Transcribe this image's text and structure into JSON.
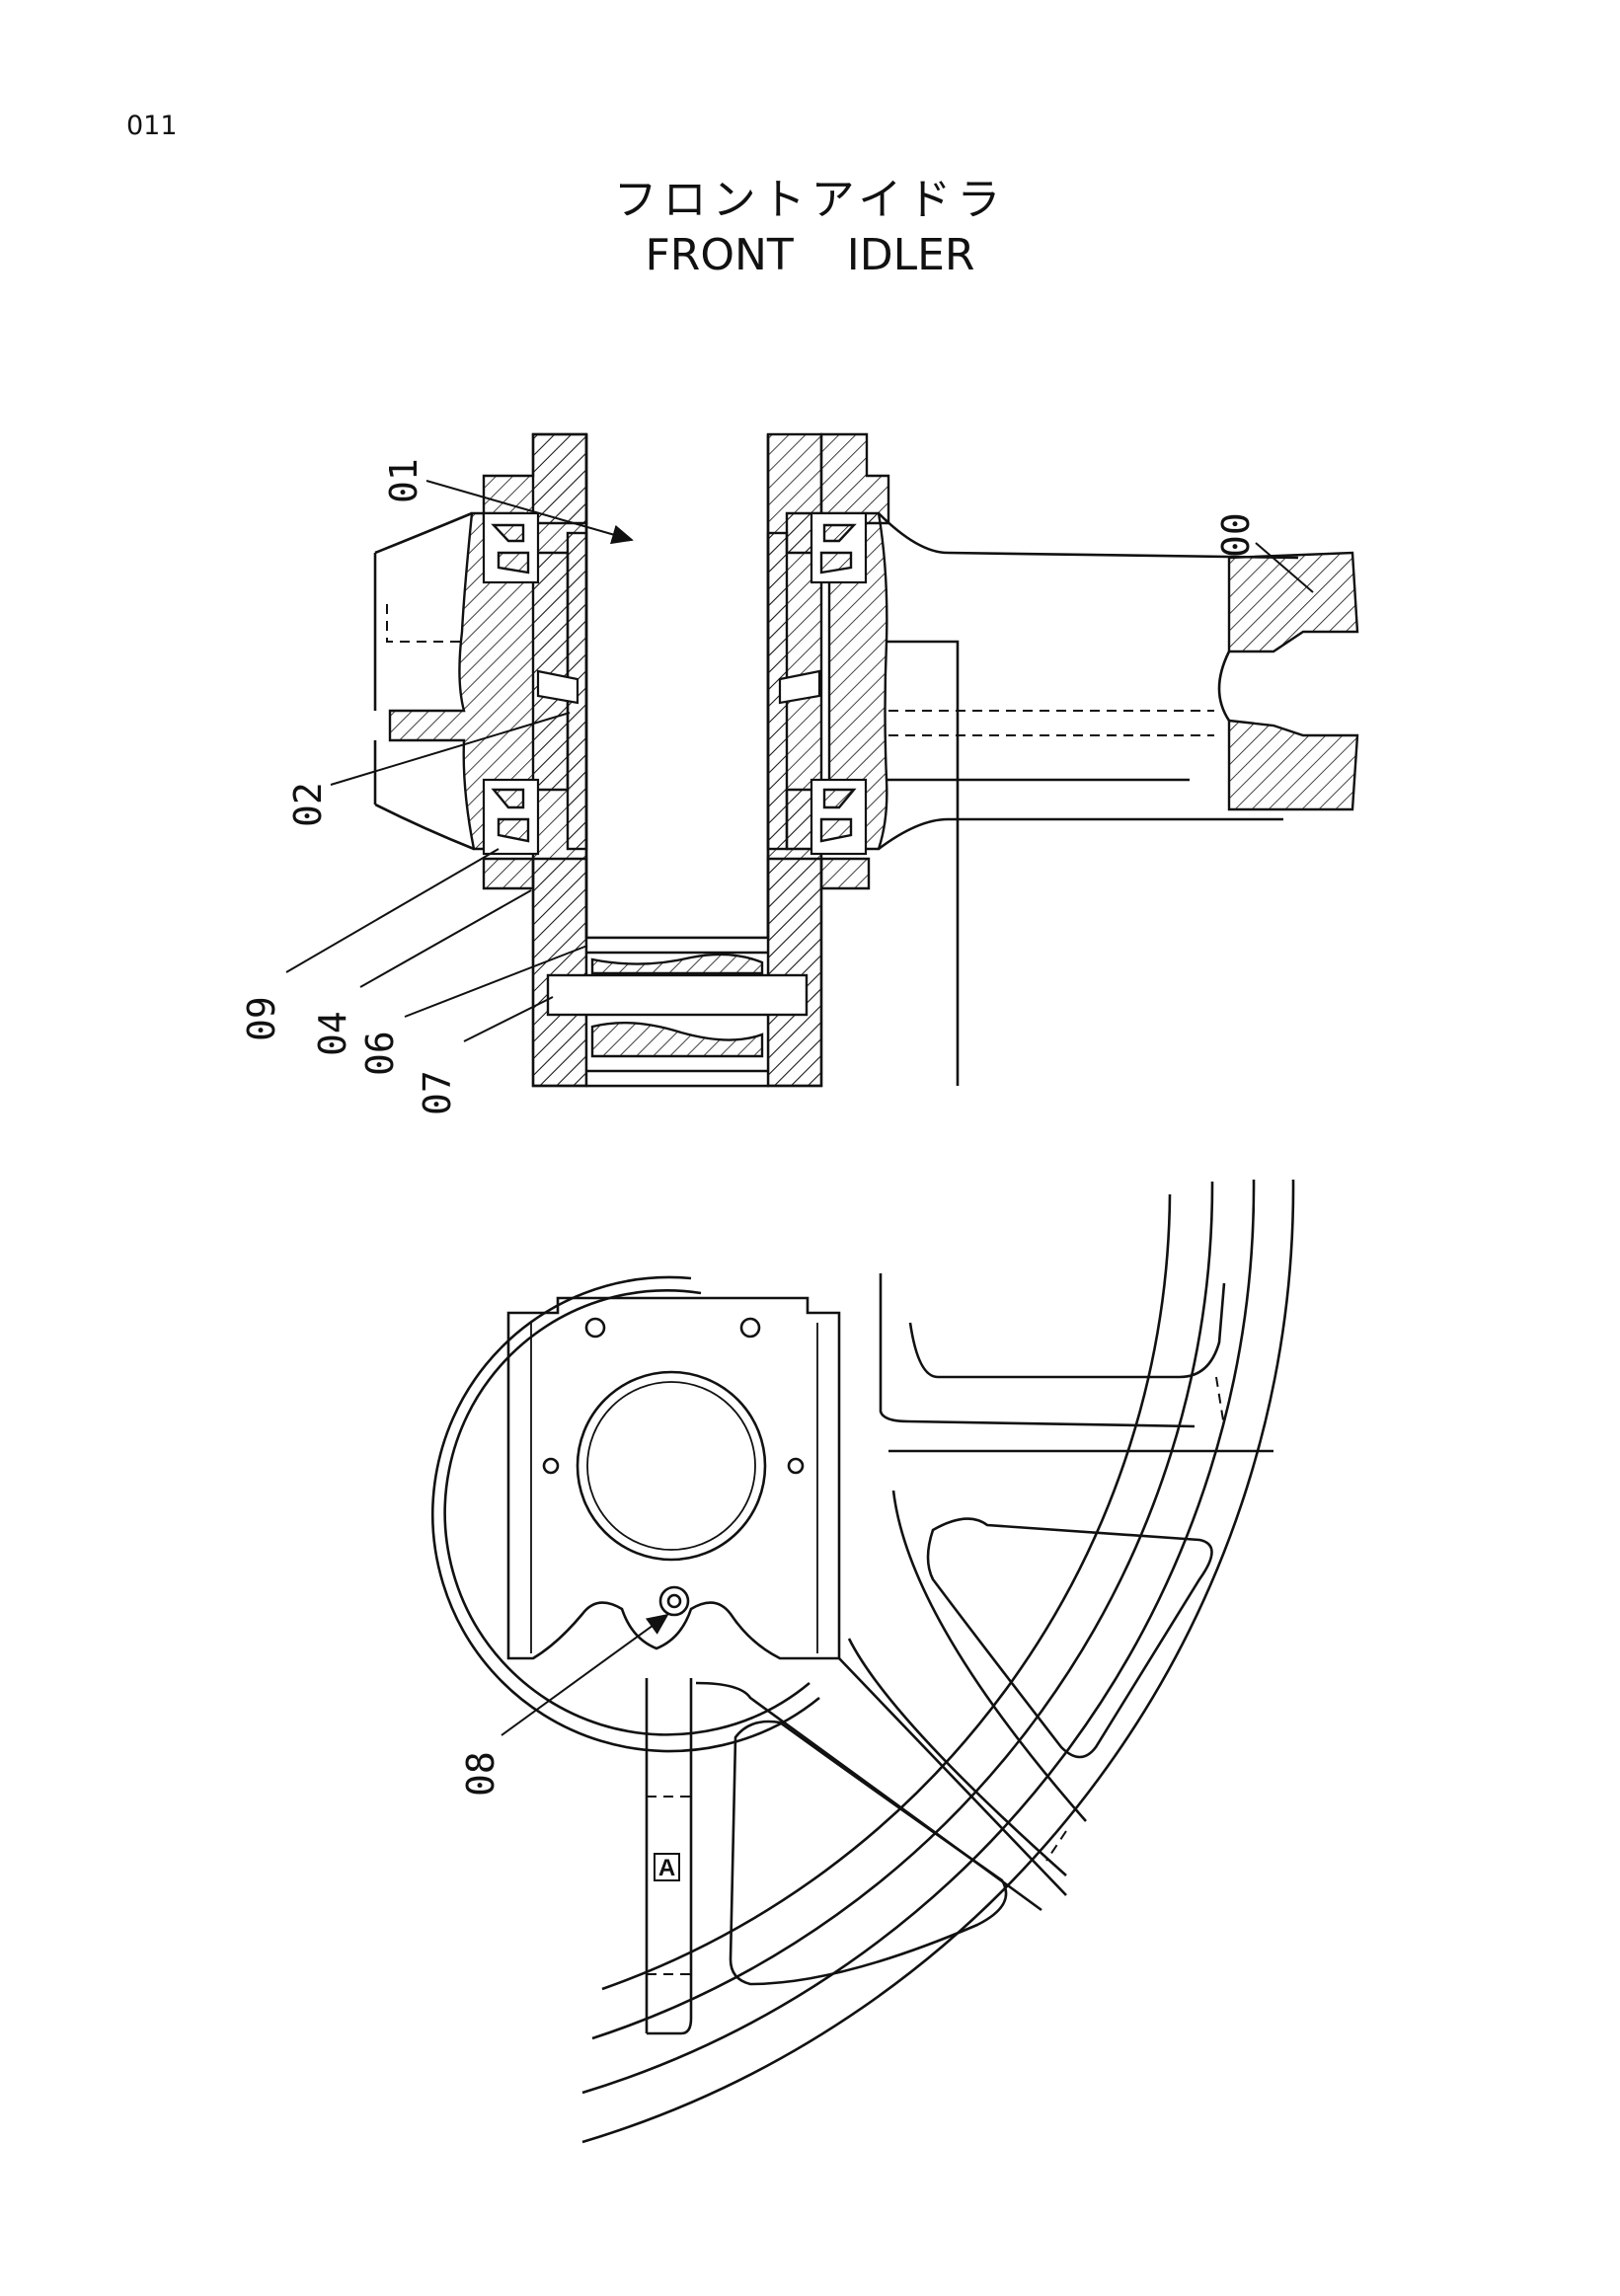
{
  "page_number": "011",
  "title": {
    "japanese": "フロントアイドラ",
    "english": "FRONT IDLER"
  },
  "callouts": [
    "00",
    "01",
    "02",
    "04",
    "06",
    "07",
    "08",
    "09"
  ],
  "view_marker": "A"
}
